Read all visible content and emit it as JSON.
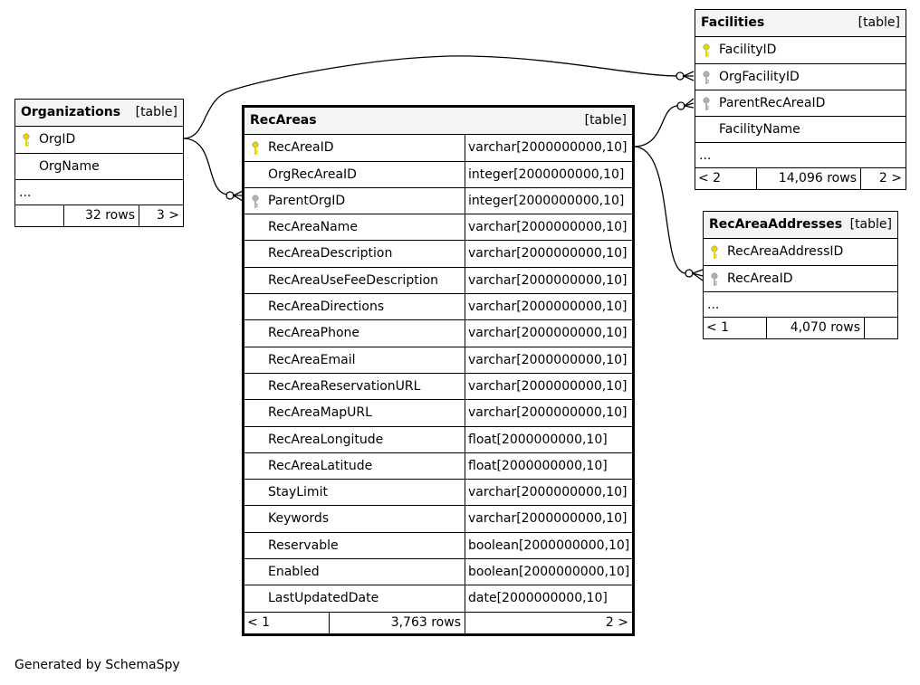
{
  "tables": {
    "organizations": {
      "name": "Organizations",
      "tag": "[table]",
      "columns": [
        {
          "name": "OrgID",
          "key": "primary"
        },
        {
          "name": "OrgName",
          "key": ""
        }
      ],
      "more": "...",
      "footer": {
        "left": "",
        "rows": "32 rows",
        "right": "3 >"
      }
    },
    "recareas": {
      "name": "RecAreas",
      "tag": "[table]",
      "columns": [
        {
          "name": "RecAreaID",
          "type": "varchar[2000000000,10]",
          "key": "primary"
        },
        {
          "name": "OrgRecAreaID",
          "type": "integer[2000000000,10]",
          "key": ""
        },
        {
          "name": "ParentOrgID",
          "type": "integer[2000000000,10]",
          "key": "foreign"
        },
        {
          "name": "RecAreaName",
          "type": "varchar[2000000000,10]",
          "key": ""
        },
        {
          "name": "RecAreaDescription",
          "type": "varchar[2000000000,10]",
          "key": ""
        },
        {
          "name": "RecAreaUseFeeDescription",
          "type": "varchar[2000000000,10]",
          "key": ""
        },
        {
          "name": "RecAreaDirections",
          "type": "varchar[2000000000,10]",
          "key": ""
        },
        {
          "name": "RecAreaPhone",
          "type": "varchar[2000000000,10]",
          "key": ""
        },
        {
          "name": "RecAreaEmail",
          "type": "varchar[2000000000,10]",
          "key": ""
        },
        {
          "name": "RecAreaReservationURL",
          "type": "varchar[2000000000,10]",
          "key": ""
        },
        {
          "name": "RecAreaMapURL",
          "type": "varchar[2000000000,10]",
          "key": ""
        },
        {
          "name": "RecAreaLongitude",
          "type": "float[2000000000,10]",
          "key": ""
        },
        {
          "name": "RecAreaLatitude",
          "type": "float[2000000000,10]",
          "key": ""
        },
        {
          "name": "StayLimit",
          "type": "varchar[2000000000,10]",
          "key": ""
        },
        {
          "name": "Keywords",
          "type": "varchar[2000000000,10]",
          "key": ""
        },
        {
          "name": "Reservable",
          "type": "boolean[2000000000,10]",
          "key": ""
        },
        {
          "name": "Enabled",
          "type": "boolean[2000000000,10]",
          "key": ""
        },
        {
          "name": "LastUpdatedDate",
          "type": "date[2000000000,10]",
          "key": ""
        }
      ],
      "footer": {
        "left": "< 1",
        "rows": "3,763 rows",
        "right": "2 >"
      }
    },
    "facilities": {
      "name": "Facilities",
      "tag": "[table]",
      "columns": [
        {
          "name": "FacilityID",
          "key": "primary"
        },
        {
          "name": "OrgFacilityID",
          "key": "foreign"
        },
        {
          "name": "ParentRecAreaID",
          "key": "foreign"
        },
        {
          "name": "FacilityName",
          "key": ""
        }
      ],
      "more": "...",
      "footer": {
        "left": "< 2",
        "rows": "14,096 rows",
        "right": "2 >"
      }
    },
    "recareaaddresses": {
      "name": "RecAreaAddresses",
      "tag": "[table]",
      "columns": [
        {
          "name": "RecAreaAddressID",
          "key": "primary"
        },
        {
          "name": "RecAreaID",
          "key": "foreign"
        }
      ],
      "more": "...",
      "footer": {
        "left": "< 1",
        "rows": "4,070 rows",
        "right": ""
      }
    }
  },
  "colors": {
    "primary_key": "#e8d400",
    "foreign_key": "#b0b0b0",
    "header_bg": "#f4f4f4"
  },
  "generated_by": "Generated by SchemaSpy"
}
